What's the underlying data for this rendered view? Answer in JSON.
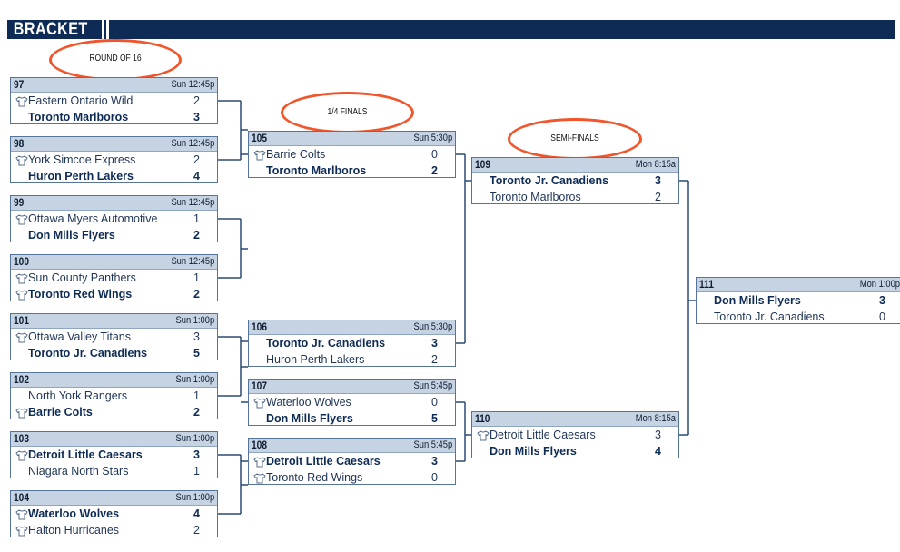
{
  "header": {
    "title": "BRACKET"
  },
  "rounds": {
    "r16": "ROUND OF 16",
    "qf": "1/4 FINALS",
    "sf": "SEMI-FINALS"
  },
  "matches": [
    {
      "id": "97",
      "time": "Sun 12:45p",
      "teams": [
        {
          "name": "Eastern Ontario Wild",
          "score": "2",
          "icon": "jersey-icon",
          "winner": false
        },
        {
          "name": "Toronto Marlboros",
          "score": "3",
          "icon": "",
          "winner": true
        }
      ]
    },
    {
      "id": "98",
      "time": "Sun 12:45p",
      "teams": [
        {
          "name": "York Simcoe Express",
          "score": "2",
          "icon": "jersey-icon",
          "winner": false
        },
        {
          "name": "Huron Perth Lakers",
          "score": "4",
          "icon": "",
          "winner": true
        }
      ]
    },
    {
      "id": "99",
      "time": "Sun 12:45p",
      "teams": [
        {
          "name": "Ottawa Myers Automotive",
          "score": "1",
          "icon": "jersey-icon",
          "winner": false
        },
        {
          "name": "Don Mills Flyers",
          "score": "2",
          "icon": "",
          "winner": true
        }
      ]
    },
    {
      "id": "100",
      "time": "Sun 12:45p",
      "teams": [
        {
          "name": "Sun County Panthers",
          "score": "1",
          "icon": "jersey-icon",
          "winner": false
        },
        {
          "name": "Toronto Red Wings",
          "score": "2",
          "icon": "jersey-icon",
          "winner": true
        }
      ]
    },
    {
      "id": "101",
      "time": "Sun 1:00p",
      "teams": [
        {
          "name": "Ottawa Valley Titans",
          "score": "3",
          "icon": "jersey-icon",
          "winner": false
        },
        {
          "name": "Toronto Jr. Canadiens",
          "score": "5",
          "icon": "",
          "winner": true
        }
      ]
    },
    {
      "id": "102",
      "time": "Sun 1:00p",
      "teams": [
        {
          "name": "North York Rangers",
          "score": "1",
          "icon": "",
          "winner": false
        },
        {
          "name": "Barrie Colts",
          "score": "2",
          "icon": "jersey-icon",
          "winner": true
        }
      ]
    },
    {
      "id": "103",
      "time": "Sun 1:00p",
      "teams": [
        {
          "name": "Detroit Little Caesars",
          "score": "3",
          "icon": "jersey-icon",
          "winner": true
        },
        {
          "name": "Niagara North Stars",
          "score": "1",
          "icon": "",
          "winner": false
        }
      ]
    },
    {
      "id": "104",
      "time": "Sun 1:00p",
      "teams": [
        {
          "name": "Waterloo Wolves",
          "score": "4",
          "icon": "jersey-icon",
          "winner": true
        },
        {
          "name": "Halton Hurricanes",
          "score": "2",
          "icon": "jersey-icon",
          "winner": false
        }
      ]
    },
    {
      "id": "105",
      "time": "Sun 5:30p",
      "teams": [
        {
          "name": "Barrie Colts",
          "score": "0",
          "icon": "jersey-icon",
          "winner": false
        },
        {
          "name": "Toronto Marlboros",
          "score": "2",
          "icon": "",
          "winner": true
        }
      ]
    },
    {
      "id": "106",
      "time": "Sun 5:30p",
      "teams": [
        {
          "name": "Toronto Jr. Canadiens",
          "score": "3",
          "icon": "",
          "winner": true
        },
        {
          "name": "Huron Perth Lakers",
          "score": "2",
          "icon": "",
          "winner": false
        }
      ]
    },
    {
      "id": "107",
      "time": "Sun 5:45p",
      "teams": [
        {
          "name": "Waterloo Wolves",
          "score": "0",
          "icon": "jersey-icon",
          "winner": false
        },
        {
          "name": "Don Mills Flyers",
          "score": "5",
          "icon": "",
          "winner": true
        }
      ]
    },
    {
      "id": "108",
      "time": "Sun 5:45p",
      "teams": [
        {
          "name": "Detroit Little Caesars",
          "score": "3",
          "icon": "jersey-icon",
          "winner": true
        },
        {
          "name": "Toronto Red Wings",
          "score": "0",
          "icon": "jersey-icon",
          "winner": false
        }
      ]
    },
    {
      "id": "109",
      "time": "Mon 8:15a",
      "teams": [
        {
          "name": "Toronto Jr. Canadiens",
          "score": "3",
          "icon": "",
          "winner": true
        },
        {
          "name": "Toronto Marlboros",
          "score": "2",
          "icon": "",
          "winner": false
        }
      ]
    },
    {
      "id": "110",
      "time": "Mon 8:15a",
      "teams": [
        {
          "name": "Detroit Little Caesars",
          "score": "3",
          "icon": "jersey-icon",
          "winner": false
        },
        {
          "name": "Don Mills Flyers",
          "score": "4",
          "icon": "",
          "winner": true
        }
      ]
    },
    {
      "id": "111",
      "time": "Mon 1:00p",
      "teams": [
        {
          "name": "Don Mills Flyers",
          "score": "3",
          "icon": "",
          "winner": true
        },
        {
          "name": "Toronto Jr. Canadiens",
          "score": "0",
          "icon": "",
          "winner": false
        }
      ]
    }
  ],
  "colors": {
    "header": "#0d2b55",
    "accent": "#f0552b",
    "match_head": "#c5d3e2",
    "border": "#56739a"
  }
}
